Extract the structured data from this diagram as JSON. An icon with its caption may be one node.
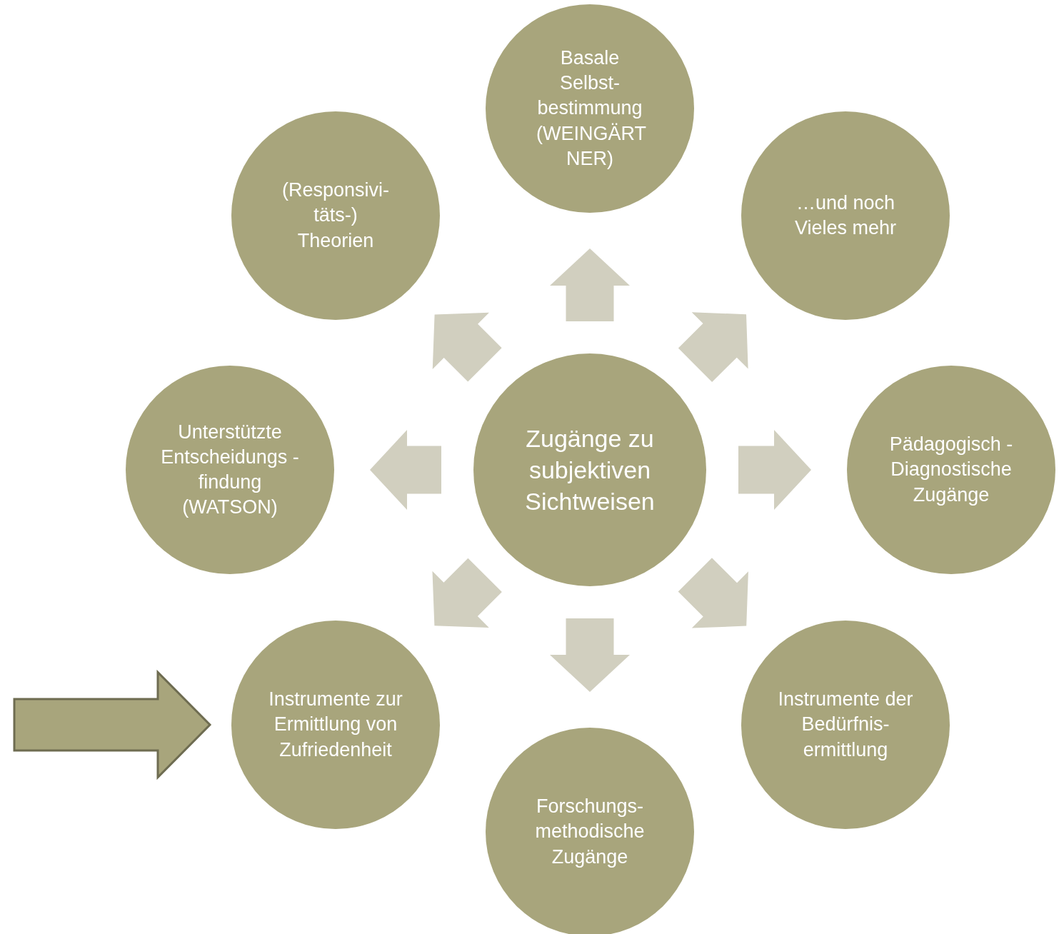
{
  "diagram": {
    "nodes": [
      {
        "text": [
          "Basale Selbst- bestimmung (WEINGÄRT NER)"
        ]
      },
      {
        "text": [
          "(Responsivi- täts-) Theorien"
        ]
      },
      {
        "text": [
          "…und noch Vieles mehr"
        ]
      },
      {
        "text": [
          "Unterstützte Entscheidungs -findung (WATSON)"
        ]
      },
      {
        "text": [
          "Zugänge zu subjektiven Sichtweisen"
        ]
      },
      {
        "text": [
          "Pädagogisch - Diagnostische Zugänge"
        ]
      },
      {
        "text": [
          "Instrumente zur Ermittlung von Zufriedenheit"
        ]
      },
      {
        "text": [
          "Instrumente der Bedürfnis- ermittlung"
        ]
      },
      {
        "text": [
          "Forschungs- methodische Zugänge"
        ]
      }
    ],
    "edges": [
      {
        "from": 4,
        "to": 0,
        "arrow": "to"
      },
      {
        "from": 4,
        "to": 1,
        "arrow": "to"
      },
      {
        "from": 4,
        "to": 2,
        "arrow": "to"
      },
      {
        "from": 4,
        "to": 3,
        "arrow": "to"
      },
      {
        "from": 4,
        "to": 5,
        "arrow": "to"
      },
      {
        "from": 4,
        "to": 6,
        "arrow": "to"
      },
      {
        "from": 4,
        "to": 7,
        "arrow": "to"
      },
      {
        "from": 4,
        "to": 8,
        "arrow": "to"
      },
      {
        "from": null,
        "to": 6,
        "arrow": "to",
        "color": "#a8a57c"
      }
    ]
  }
}
